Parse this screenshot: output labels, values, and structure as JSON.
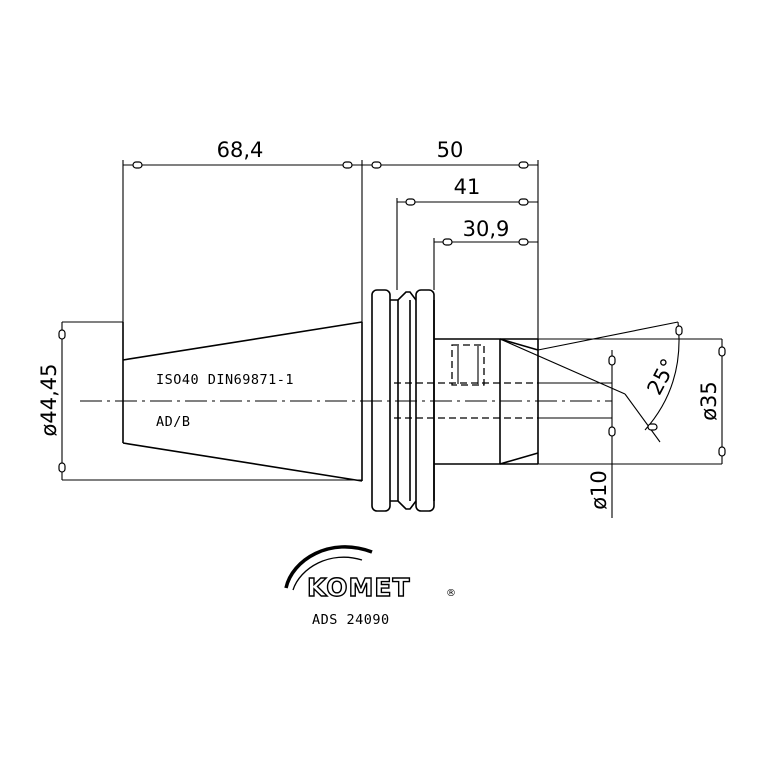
{
  "dimensions": {
    "length_68_4": "68,4",
    "length_50": "50",
    "length_41": "41",
    "length_30_9": "30,9",
    "diameter_44_45": "ø44,45",
    "diameter_35": "ø35",
    "diameter_10": "ø10",
    "angle_25": "25°"
  },
  "notes": {
    "standard": "ISO40 DIN69871-1",
    "form": "AD/B"
  },
  "logo": {
    "brand": "KOMET",
    "registered": "®",
    "part_number": "ADS 24090"
  }
}
